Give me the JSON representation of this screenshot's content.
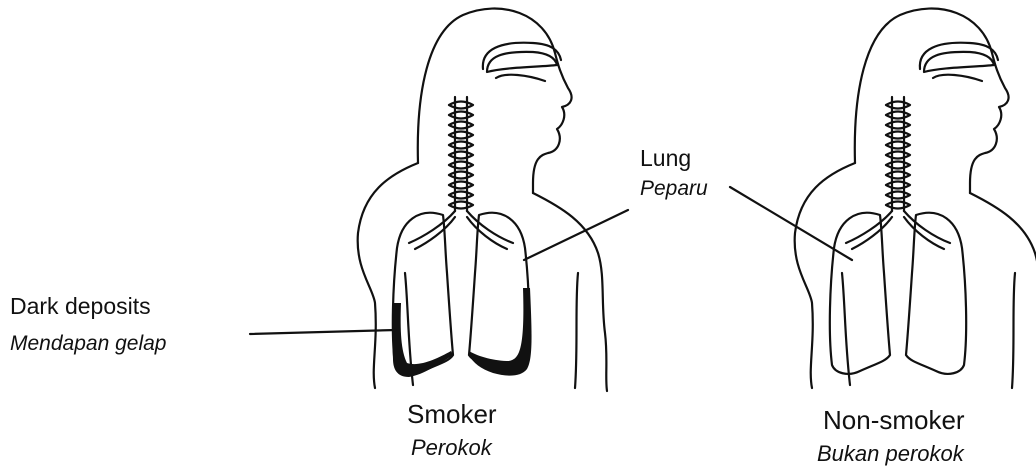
{
  "labels": {
    "lung": {
      "en": "Lung",
      "ms": "Peparu"
    },
    "dark_deposits": {
      "en": "Dark deposits",
      "ms": "Mendapan gelap"
    }
  },
  "figures": [
    {
      "id": "smoker",
      "caption_en": "Smoker",
      "caption_ms": "Perokok"
    },
    {
      "id": "non-smoker",
      "caption_en": "Non-smoker",
      "caption_ms": "Bukan perokok"
    }
  ],
  "colors": {
    "line": "#111111",
    "deposit": "#111111",
    "background": "#ffffff"
  }
}
